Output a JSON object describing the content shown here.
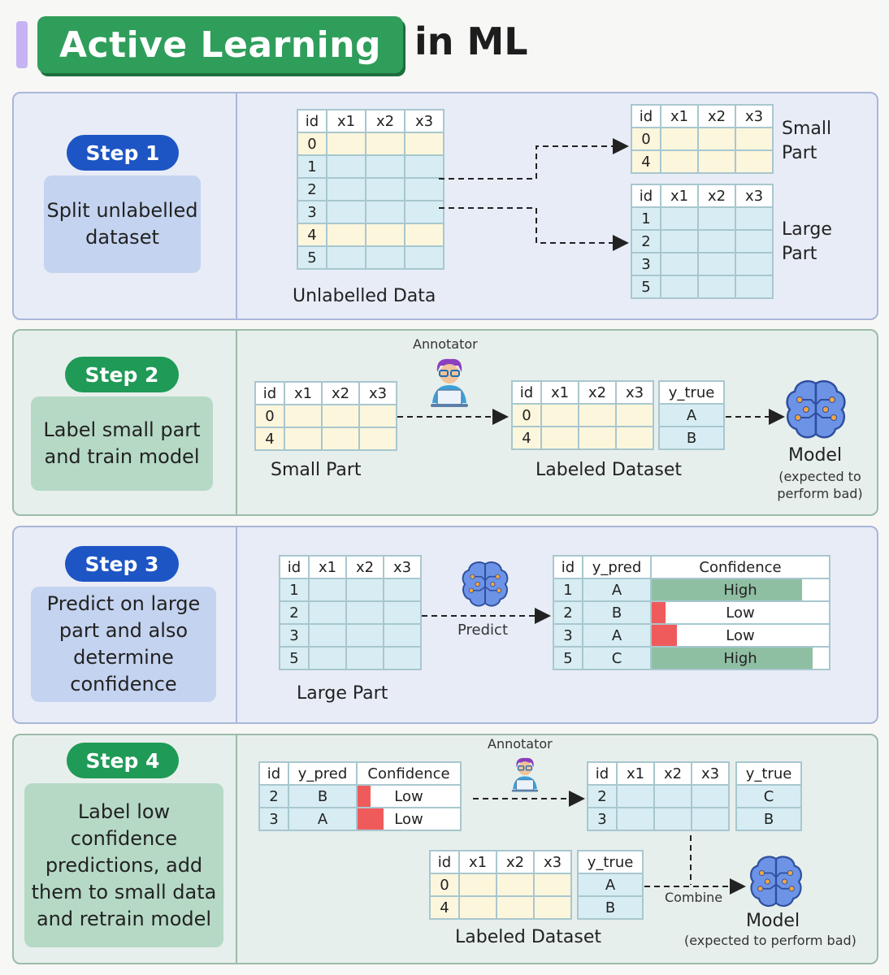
{
  "title": {
    "highlight": "Active Learning",
    "rest": "in ML"
  },
  "table_headers": {
    "id": "id",
    "x1": "x1",
    "x2": "x2",
    "x3": "x3",
    "y_true": "y_true",
    "y_pred": "y_pred",
    "confidence": "Confidence"
  },
  "step1": {
    "badge": "Step 1",
    "description": "Split unlabelled dataset",
    "unlabelled_ids": [
      "0",
      "1",
      "2",
      "3",
      "4",
      "5"
    ],
    "unlabelled_caption": "Unlabelled Data",
    "small_ids": [
      "0",
      "4"
    ],
    "small_caption": "Small Part",
    "large_ids": [
      "1",
      "2",
      "3",
      "5"
    ],
    "large_caption": "Large Part"
  },
  "step2": {
    "badge": "Step 2",
    "description": "Label small part and train model",
    "annotator": "Annotator",
    "small_ids": [
      "0",
      "4"
    ],
    "small_caption": "Small Part",
    "labeled_ids": [
      "0",
      "4"
    ],
    "labeled_y": [
      "A",
      "B"
    ],
    "labeled_caption": "Labeled Dataset",
    "model": "Model",
    "model_note": "(expected to perform bad)"
  },
  "step3": {
    "badge": "Step 3",
    "description": "Predict on large part and also determine confidence",
    "large_ids": [
      "1",
      "2",
      "3",
      "5"
    ],
    "large_caption": "Large Part",
    "predict": "Predict",
    "pred_rows": [
      {
        "id": "1",
        "y_pred": "A",
        "confidence": "High",
        "level": 0.85,
        "color": "#8fbfa3"
      },
      {
        "id": "2",
        "y_pred": "B",
        "confidence": "Low",
        "level": 0.08,
        "color": "#ef5b5b"
      },
      {
        "id": "3",
        "y_pred": "A",
        "confidence": "Low",
        "level": 0.14,
        "color": "#ef5b5b"
      },
      {
        "id": "5",
        "y_pred": "C",
        "confidence": "High",
        "level": 0.91,
        "color": "#8fbfa3"
      }
    ]
  },
  "step4": {
    "badge": "Step 4",
    "description": "Label low confidence predictions, add them to small data and retrain model",
    "annotator": "Annotator",
    "low_rows": [
      {
        "id": "2",
        "y_pred": "B",
        "confidence": "Low",
        "level": 0.13,
        "color": "#ef5b5b"
      },
      {
        "id": "3",
        "y_pred": "A",
        "confidence": "Low",
        "level": 0.25,
        "color": "#ef5b5b"
      }
    ],
    "new_ids": [
      "2",
      "3"
    ],
    "new_y": [
      "C",
      "B"
    ],
    "labeled_ids": [
      "0",
      "4"
    ],
    "labeled_y": [
      "A",
      "B"
    ],
    "labeled_caption": "Labeled Dataset",
    "combine": "Combine",
    "model": "Model",
    "model_note": "(expected to perform bad)"
  },
  "colors": {
    "blue_badge": "#1e55c4",
    "green_badge": "#1f9a57",
    "title_green": "#2f9e5b",
    "low": "#ef5b5b",
    "high": "#8fbfa3"
  }
}
